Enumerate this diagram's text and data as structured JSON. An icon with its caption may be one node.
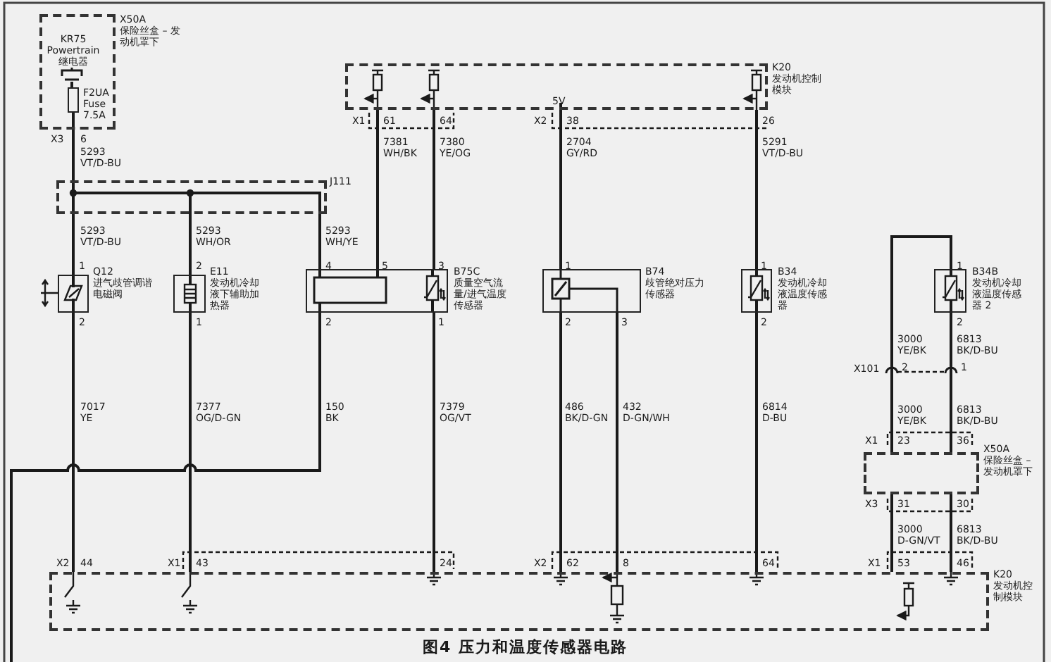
{
  "diagram": {
    "caption": "图4 压力和温度传感器电路",
    "nodes": [
      {
        "text": [
          "X50A",
          "保险丝盒 – 发动机罩下"
        ]
      },
      {
        "text": [
          "KR75",
          "Powertrain继电器"
        ],
        "in": 0
      },
      {
        "text": [
          "F2UA Fuse 7.5A"
        ],
        "in": 0
      },
      {
        "text": [
          "K20",
          "发动机控制模块"
        ]
      },
      {
        "text": [
          "J111"
        ]
      },
      {
        "text": [
          "Q12",
          "进气歧管调谐电磁阀"
        ]
      },
      {
        "text": [
          "E11",
          "发动机冷却液下辅助加热器"
        ]
      },
      {
        "text": [
          "B75C",
          "质量空气流量/进气温度传感器"
        ]
      },
      {
        "text": [
          "B74",
          "歧管绝对压力传感器"
        ]
      },
      {
        "text": [
          "B34",
          "发动机冷却液温度传感器"
        ]
      },
      {
        "text": [
          "B34B",
          "发动机冷却液温度传感器 2"
        ]
      },
      {
        "text": [
          "X50A",
          "保险丝盒 – 发动机罩下"
        ]
      },
      {
        "text": [
          "K20",
          "发动机控制模块"
        ]
      }
    ],
    "edges": [
      {
        "from": 2,
        "to": 4,
        "arrow": "none",
        "label": "5293 VT/D-BU"
      },
      {
        "from": 4,
        "to": 5,
        "arrow": "none",
        "label": "5293 VT/D-BU"
      },
      {
        "from": 4,
        "to": 6,
        "arrow": "none",
        "label": "5293 WH/OR"
      },
      {
        "from": 4,
        "to": 7,
        "arrow": "none",
        "label": "5293 WH/YE"
      },
      {
        "from": 3,
        "to": 7,
        "arrow": "none",
        "label": "7381 WH/BK"
      },
      {
        "from": 3,
        "to": 7,
        "arrow": "none",
        "label": "7380 YE/OG"
      },
      {
        "from": 3,
        "to": 8,
        "arrow": "none",
        "label": "2704 GY/RD"
      },
      {
        "from": 3,
        "to": 9,
        "arrow": "none",
        "label": "5291 VT/D-BU"
      },
      {
        "from": 10,
        "to": 11,
        "arrow": "none",
        "label": "3000 YE/BK"
      },
      {
        "from": 10,
        "to": 11,
        "arrow": "none",
        "label": "6813 BK/D-BU"
      },
      {
        "from": 5,
        "to": 12,
        "arrow": "none",
        "label": "7017 YE"
      },
      {
        "from": 6,
        "to": 12,
        "arrow": "none",
        "label": "7377 OG/D-GN"
      },
      {
        "from": 7,
        "to": null,
        "arrow": "none",
        "label": "150 BK"
      },
      {
        "from": 7,
        "to": 12,
        "arrow": "none",
        "label": "7379 OG/VT"
      },
      {
        "from": 8,
        "to": 12,
        "arrow": "none",
        "label": "486 BK/D-GN"
      },
      {
        "from": 8,
        "to": 12,
        "arrow": "none",
        "label": "432 D-GN/WH"
      },
      {
        "from": 9,
        "to": 12,
        "arrow": "none",
        "label": "6814 D-BU"
      },
      {
        "from": 11,
        "to": 12,
        "arrow": "none",
        "label": "3000 D-GN/VT"
      },
      {
        "from": 11,
        "to": 12,
        "arrow": "none",
        "label": "6813 BK/D-BU"
      },
      {
        "from": 1,
        "to": 2,
        "arrow": "none"
      }
    ],
    "labels": [
      "X3",
      "6",
      "5V",
      "X1",
      "61",
      "64",
      "X2",
      "38",
      "26",
      "1",
      "2",
      "4",
      "5",
      "3",
      "1",
      "1",
      "1",
      "2",
      "1",
      "2",
      "1",
      "2",
      "3",
      "2",
      "2",
      "X101",
      "2",
      "1",
      "3000 YE/BK",
      "6813 BK/D-BU",
      "X1",
      "23",
      "36",
      "X3",
      "31",
      "30",
      "X2",
      "44",
      "X1",
      "43",
      "24",
      "X2",
      "62",
      "8",
      "64",
      "X1",
      "53",
      "46"
    ]
  }
}
